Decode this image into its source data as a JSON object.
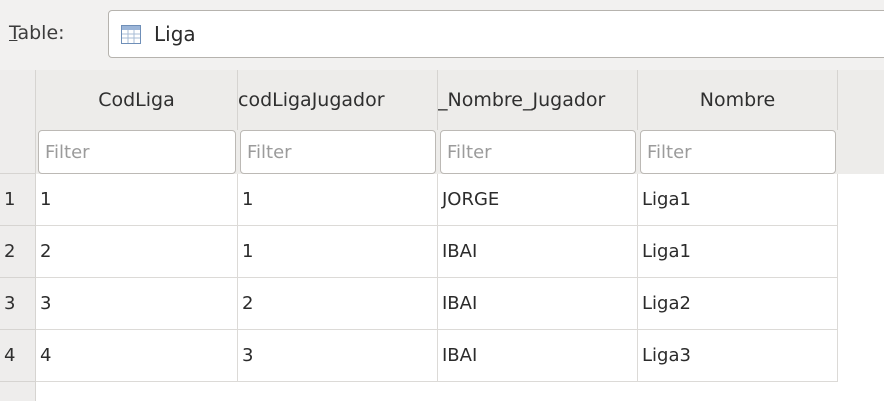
{
  "toolbar": {
    "label_mnemonic": "T",
    "label_rest": "able:",
    "table_icon": "table-icon",
    "selected_table": "Liga"
  },
  "grid": {
    "columns": [
      {
        "header": "CodLiga",
        "filter_placeholder": "Filter"
      },
      {
        "header": "codLigaJugador",
        "filter_placeholder": "Filter"
      },
      {
        "header": "_Nombre_Jugador",
        "filter_placeholder": "Filter"
      },
      {
        "header": "Nombre",
        "filter_placeholder": "Filter"
      }
    ],
    "rows": [
      {
        "num": "1",
        "cells": [
          "1",
          "1",
          "JORGE",
          "Liga1"
        ]
      },
      {
        "num": "2",
        "cells": [
          "2",
          "1",
          "IBAI",
          "Liga1"
        ]
      },
      {
        "num": "3",
        "cells": [
          "3",
          "2",
          "IBAI",
          "Liga2"
        ]
      },
      {
        "num": "4",
        "cells": [
          "4",
          "3",
          "IBAI",
          "Liga3"
        ]
      }
    ]
  }
}
